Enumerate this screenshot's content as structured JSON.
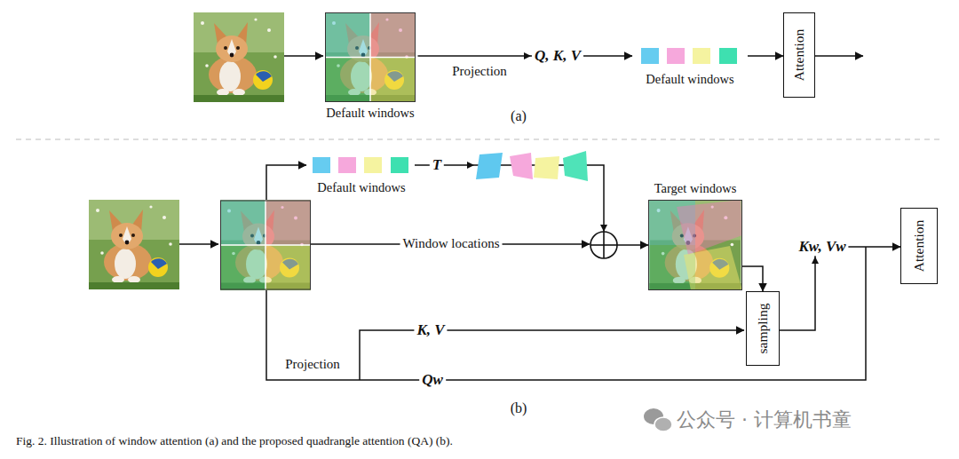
{
  "diagram": {
    "caption": "Fig. 2. Illustration of window attention (a) and the proposed quadrangle attention (QA) (b).",
    "nodes": [
      {
        "text": [
          "Default windows"
        ]
      },
      {
        "text": [
          "Default windows"
        ]
      },
      {
        "text": [
          "Attention"
        ]
      },
      {
        "text": [
          "Default windows"
        ]
      },
      {
        "text": [
          "Target windows"
        ]
      },
      {
        "text": [
          "sampling"
        ]
      },
      {
        "text": [
          "Attention"
        ]
      }
    ],
    "edges": [
      {
        "from": 0,
        "to": 1,
        "arrow": "to",
        "label": "Projection"
      },
      {
        "from": 1,
        "to": 2,
        "arrow": "to"
      },
      {
        "from": 3,
        "to": 4,
        "arrow": "to",
        "label": "T"
      },
      {
        "from": 4,
        "to": 5,
        "arrow": "to"
      },
      {
        "from": 5,
        "to": 6,
        "arrow": "to",
        "label": "Kw, Vw"
      }
    ],
    "labels": [
      "Q, K, V",
      "(a)",
      "Window locations",
      "K, V",
      "Projection",
      "Qw",
      "(b)",
      "公众号 · 计算机书童"
    ]
  }
}
